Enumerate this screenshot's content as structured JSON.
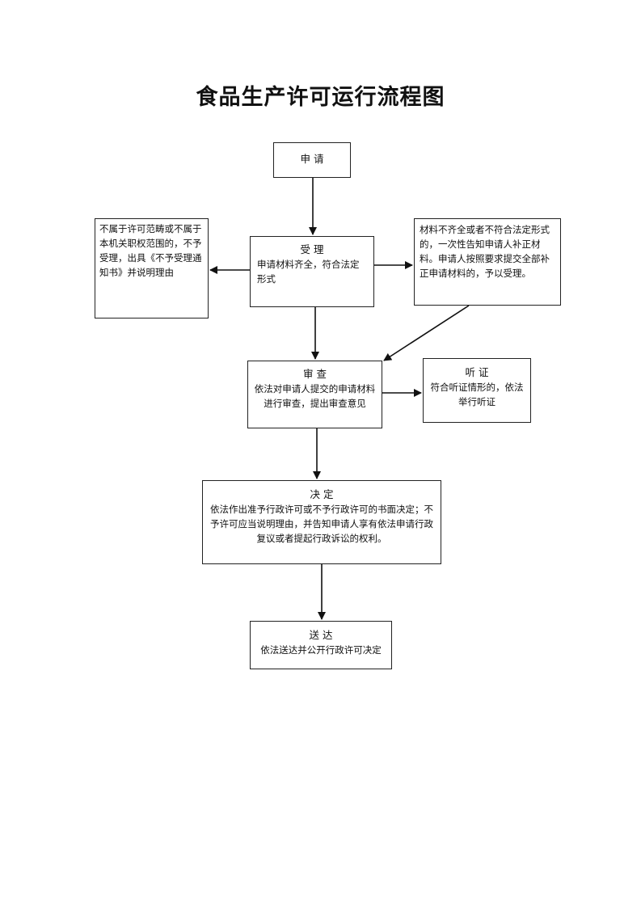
{
  "title": "食品生产许可运行流程图",
  "nodes": {
    "apply": {
      "head": "申   请",
      "body": ""
    },
    "accept": {
      "head": "受   理",
      "body": "申请材料齐全，符合法定形式"
    },
    "reject": {
      "head": "",
      "body": "不属于许可范畴或不属于本机关职权范围的，不予受理，出具《不予受理通知书》并说明理由"
    },
    "supplement": {
      "head": "",
      "body": "材料不齐全或者不符合法定形式的，一次性告知申请人补正材料。申请人按照要求提交全部补正申请材料的，予以受理。"
    },
    "review": {
      "head": "审   查",
      "body": "依法对申请人提交的申请材料进行审查，提出审查意见"
    },
    "hearing": {
      "head": "听   证",
      "body": "符合听证情形的，依法举行听证"
    },
    "decision": {
      "head": "决   定",
      "body": "依法作出准予行政许可或不予行政许可的书面决定；不予许可应当说明理由，并告知申请人享有依法申请行政复议或者提起行政诉讼的权利。"
    },
    "deliver": {
      "head": "送   达",
      "body": "依法送达并公开行政许可决定"
    }
  }
}
